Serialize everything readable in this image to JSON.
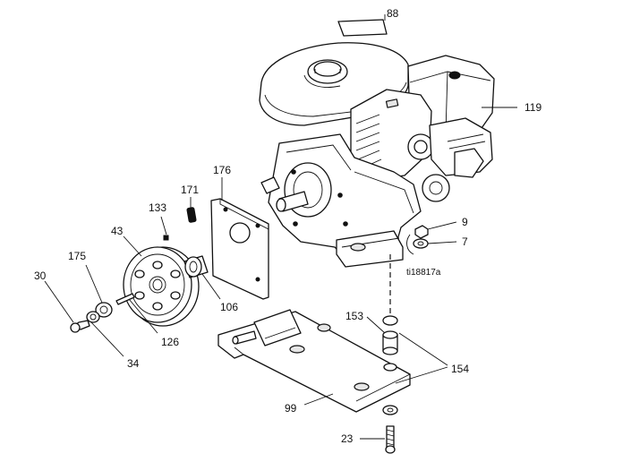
{
  "callouts": {
    "p88": "88",
    "p119": "119",
    "p176": "176",
    "p171": "171",
    "p133": "133",
    "p43": "43",
    "p175": "175",
    "p30": "30",
    "p106": "106",
    "p126": "126",
    "p34": "34",
    "p9": "9",
    "p7": "7",
    "p153": "153",
    "p154": "154",
    "p99": "99",
    "p23": "23"
  },
  "figure_code": "ti18817a"
}
